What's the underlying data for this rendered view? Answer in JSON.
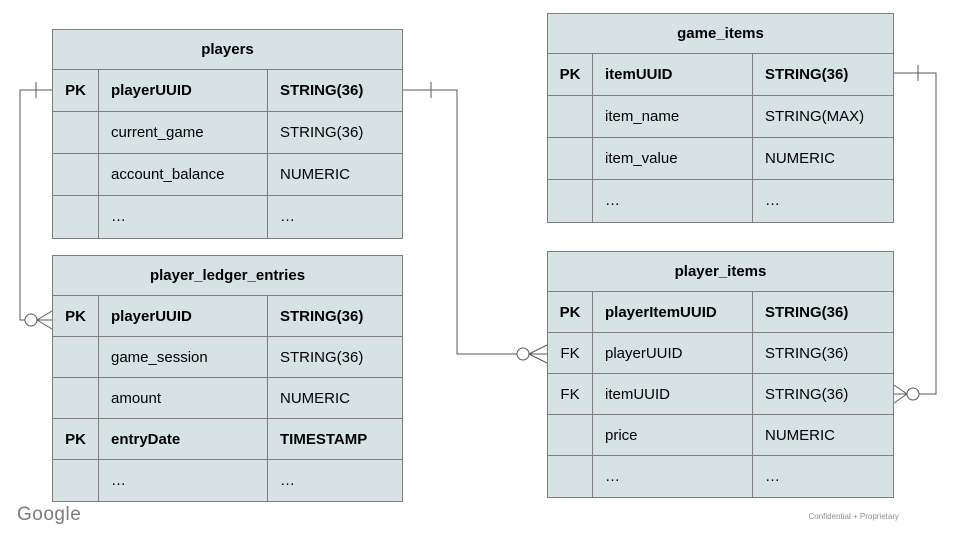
{
  "colors": {
    "cell_bg": "#d6e2e4",
    "table_border": "#7f7f7f",
    "relationship_line": "#595959",
    "text": "#000000",
    "footer_text": "#8e8e8e"
  },
  "tables": [
    {
      "id": "players",
      "title": "players",
      "rows": [
        {
          "key": "PK",
          "name": "playerUUID",
          "type": "STRING(36)"
        },
        {
          "key": "",
          "name": "current_game",
          "type": "STRING(36)"
        },
        {
          "key": "",
          "name": "account_balance",
          "type": "NUMERIC"
        },
        {
          "key": "",
          "name": "…",
          "type": "…"
        }
      ]
    },
    {
      "id": "game_items",
      "title": "game_items",
      "rows": [
        {
          "key": "PK",
          "name": "itemUUID",
          "type": "STRING(36)"
        },
        {
          "key": "",
          "name": "item_name",
          "type": "STRING(MAX)"
        },
        {
          "key": "",
          "name": "item_value",
          "type": "NUMERIC"
        },
        {
          "key": "",
          "name": "…",
          "type": "…"
        }
      ]
    },
    {
      "id": "player_ledger_entries",
      "title": "player_ledger_entries",
      "rows": [
        {
          "key": "PK",
          "name": "playerUUID",
          "type": "STRING(36)"
        },
        {
          "key": "",
          "name": "game_session",
          "type": "STRING(36)"
        },
        {
          "key": "",
          "name": "amount",
          "type": "NUMERIC"
        },
        {
          "key": "PK",
          "name": "entryDate",
          "type": "TIMESTAMP"
        },
        {
          "key": "",
          "name": "…",
          "type": "…"
        }
      ]
    },
    {
      "id": "player_items",
      "title": "player_items",
      "rows": [
        {
          "key": "PK",
          "name": "playerItemUUID",
          "type": "STRING(36)"
        },
        {
          "key": "FK",
          "name": "playerUUID",
          "type": "STRING(36)"
        },
        {
          "key": "FK",
          "name": "itemUUID",
          "type": "STRING(36)"
        },
        {
          "key": "",
          "name": "price",
          "type": "NUMERIC"
        },
        {
          "key": "",
          "name": "…",
          "type": "…"
        }
      ]
    }
  ],
  "relationships": [
    {
      "from": "players.playerUUID",
      "to": "player_ledger_entries.playerUUID",
      "cardinality": "one-to-zero-or-many"
    },
    {
      "from": "players.playerUUID",
      "to": "player_items.playerUUID",
      "cardinality": "one-to-zero-or-many"
    },
    {
      "from": "game_items.itemUUID",
      "to": "player_items.itemUUID",
      "cardinality": "one-to-zero-or-many"
    }
  ],
  "footer": {
    "brand": "Google",
    "note": "Confidential + Proprietary"
  }
}
